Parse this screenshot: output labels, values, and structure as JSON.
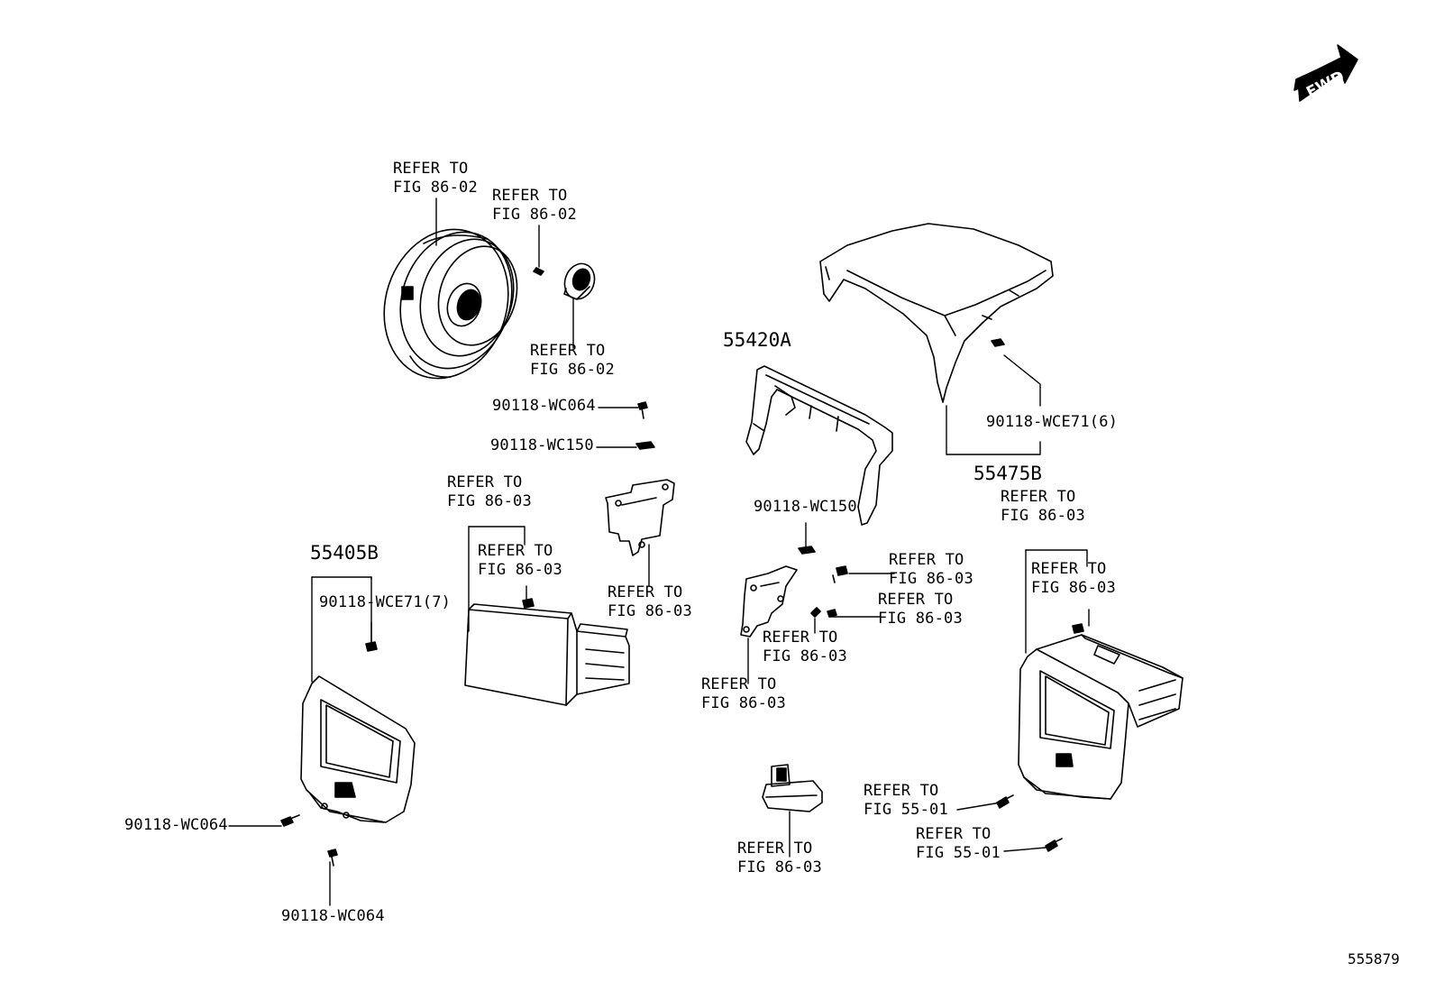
{
  "fwd_label": "FWD",
  "page_id": "555879",
  "part_numbers": {
    "p55420A": "55420A",
    "p55475B": "55475B",
    "p55405B": "55405B"
  },
  "labels": {
    "ref_86_02_a": [
      "REFER TO",
      "FIG 86-02"
    ],
    "ref_86_02_b": [
      "REFER TO",
      "FIG 86-02"
    ],
    "ref_86_02_c": [
      "REFER TO",
      "FIG 86-02"
    ],
    "wc064_top": "90118-WC064",
    "wc150_left": "90118-WC150",
    "ref_86_03_display": [
      "REFER TO",
      "FIG 86-03"
    ],
    "ref_86_03_display_clip": [
      "REFER TO",
      "FIG 86-03"
    ],
    "ref_86_03_bracket_left": [
      "REFER TO",
      "FIG 86-03"
    ],
    "wce71_7": "90118-WCE71(7)",
    "wc064_bottom_left": "90118-WC064",
    "wc064_bottom": "90118-WC064",
    "wc150_center": "90118-WC150",
    "ref_86_03_c1": [
      "REFER TO",
      "FIG 86-03"
    ],
    "ref_86_03_c2": [
      "REFER TO",
      "FIG 86-03"
    ],
    "ref_86_03_c3": [
      "REFER TO",
      "FIG 86-03"
    ],
    "ref_86_03_c4": [
      "REFER TO",
      "FIG 86-03"
    ],
    "ref_86_03_switch": [
      "REFER TO",
      "FIG 86-03"
    ],
    "wce71_6": "90118-WCE71(6)",
    "ref_86_03_right": [
      "REFER TO",
      "FIG 86-03"
    ],
    "ref_86_03_right_clip": [
      "REFER TO",
      "FIG 86-03"
    ],
    "ref_55_01_a": [
      "REFER TO",
      "FIG 55-01"
    ],
    "ref_55_01_b": [
      "REFER TO",
      "FIG 55-01"
    ]
  }
}
